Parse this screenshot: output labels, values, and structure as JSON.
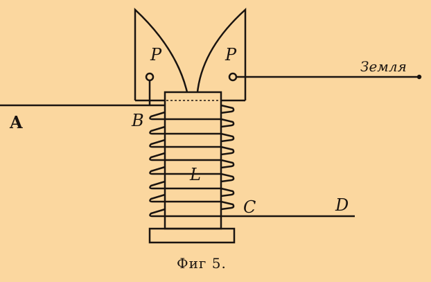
{
  "figure": {
    "caption": "Фиг 5.",
    "labels": {
      "A": "A",
      "B": "B",
      "P_left": "P",
      "P_right": "P",
      "ground": "Земля",
      "L": "L",
      "C": "C",
      "D": "D"
    },
    "colors": {
      "background": "#fbd79f",
      "ink": "#1a1410"
    }
  }
}
